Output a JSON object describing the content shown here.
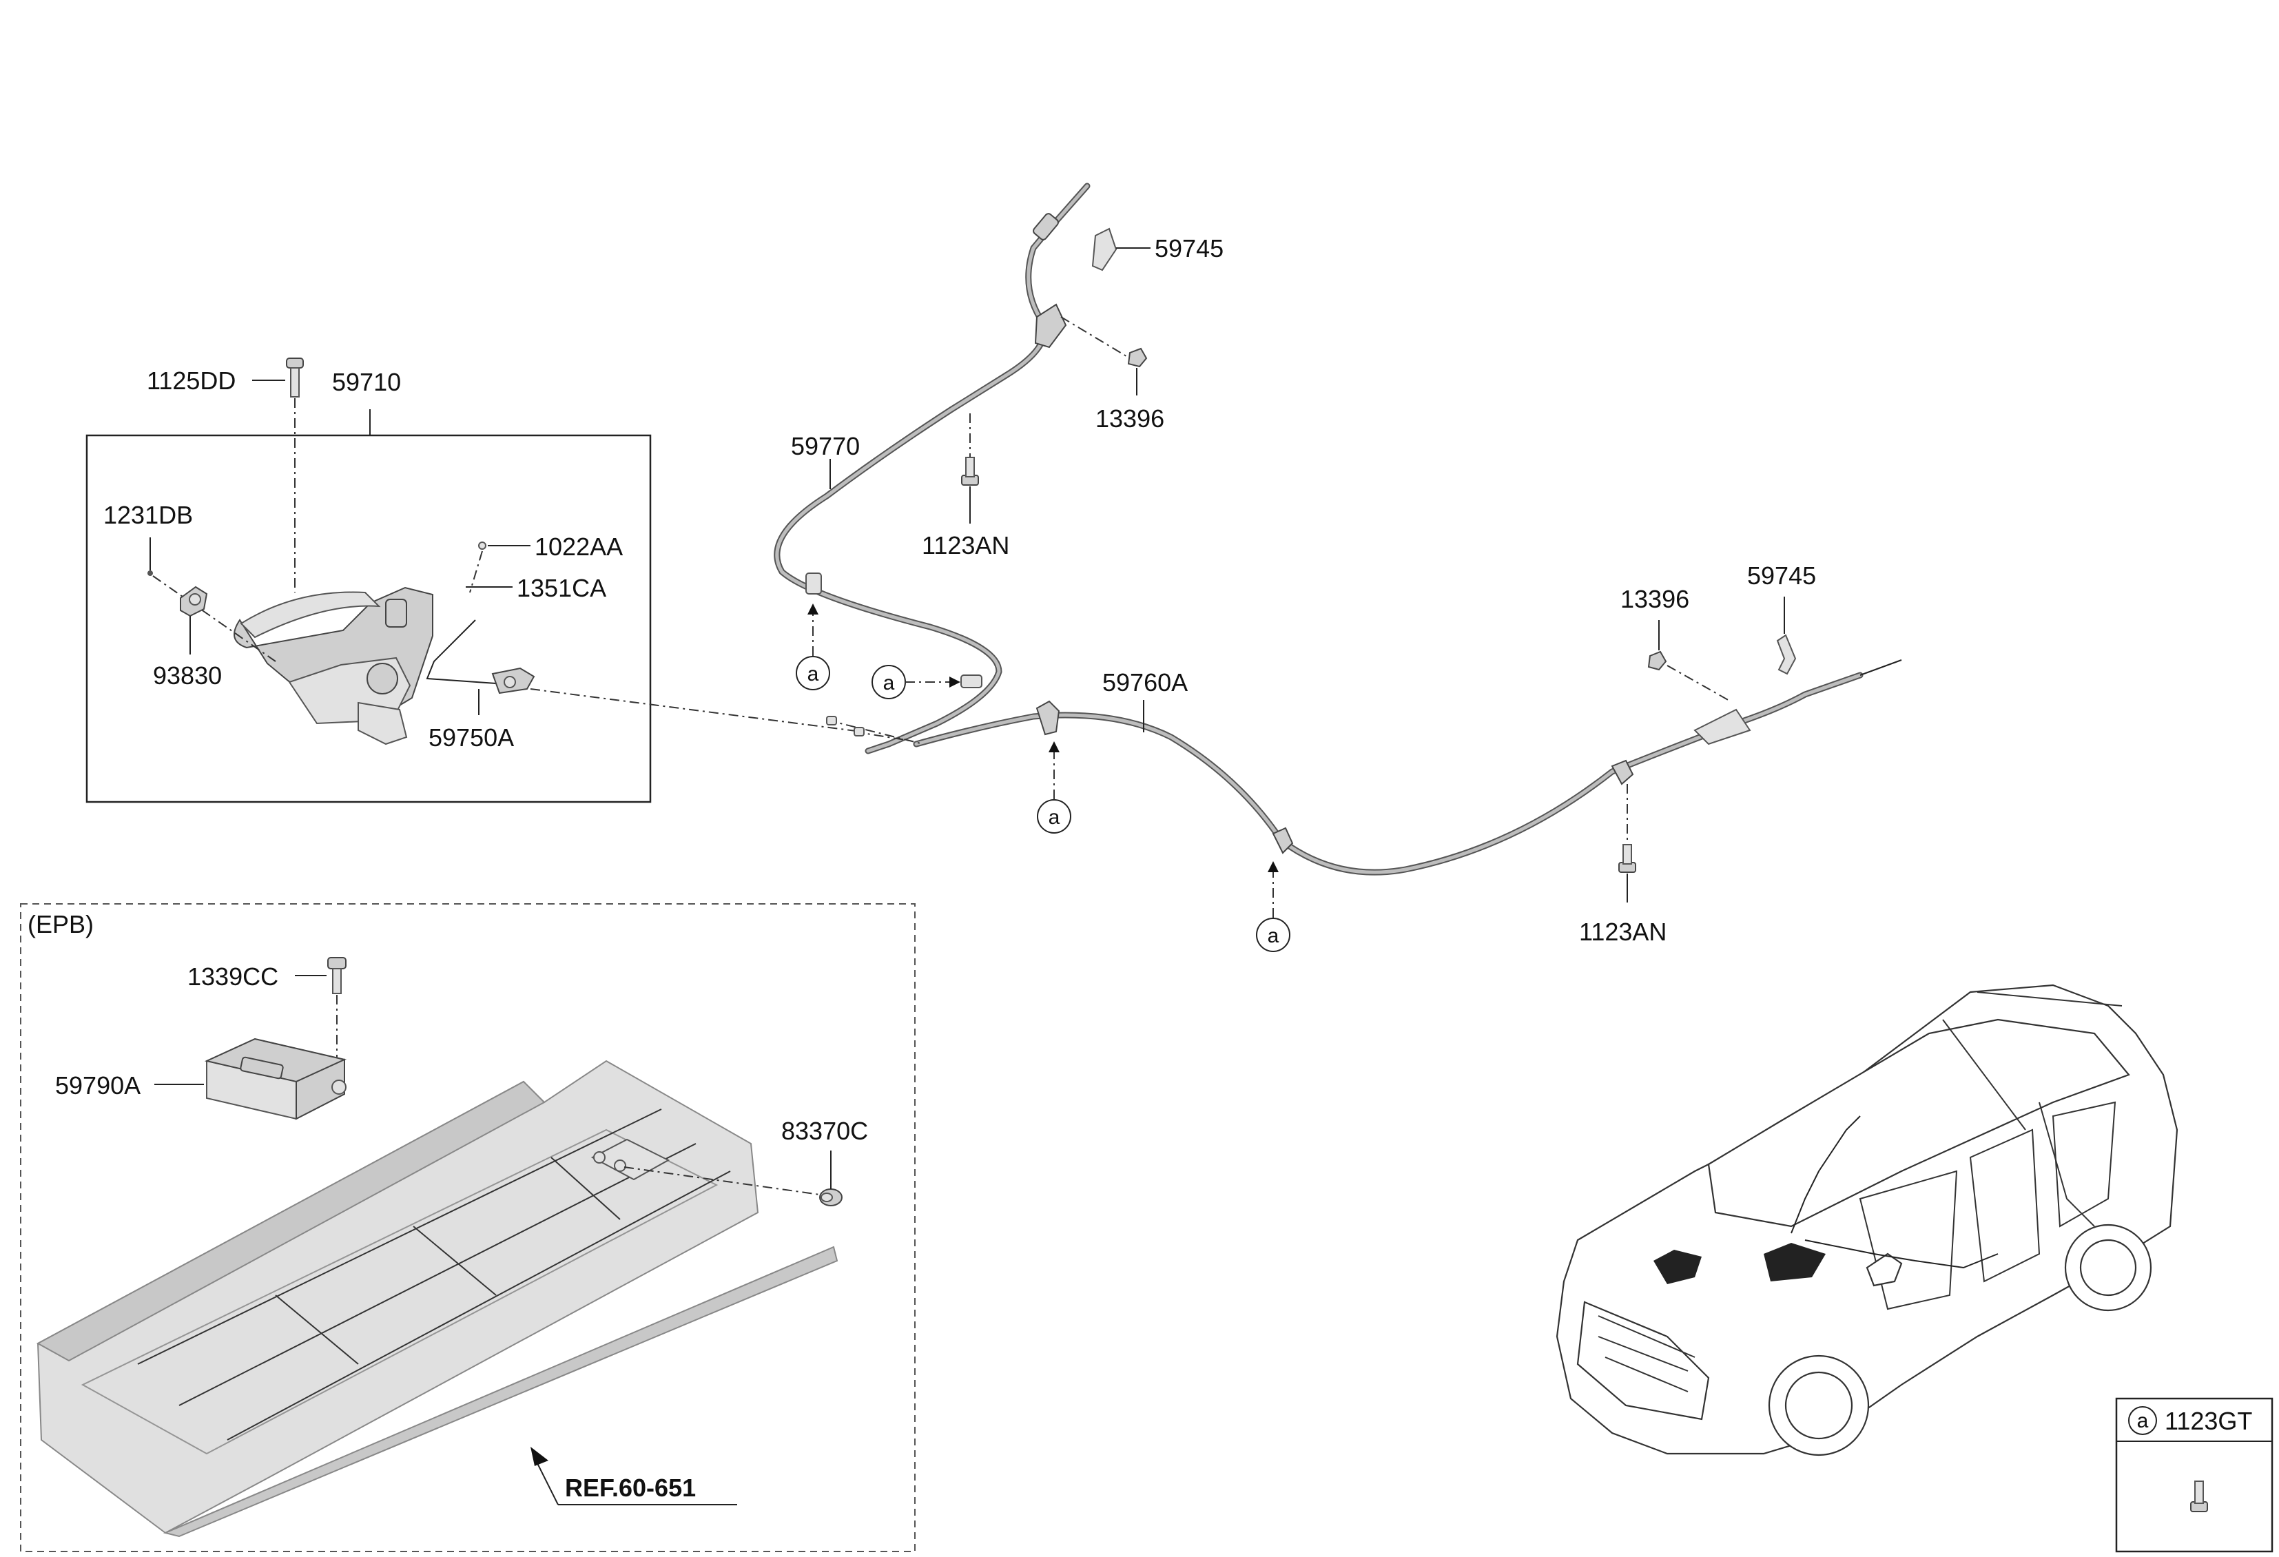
{
  "labels": {
    "p1125DD": "1125DD",
    "p59710": "59710",
    "p1231DB": "1231DB",
    "p93830": "93830",
    "p1022AA": "1022AA",
    "p1351CA": "1351CA",
    "p59750A": "59750A",
    "p59770": "59770",
    "p59745_top": "59745",
    "p13396_top": "13396",
    "p1123AN_top": "1123AN",
    "p59760A": "59760A",
    "p13396_right": "13396",
    "p59745_right": "59745",
    "p1123AN_right": "1123AN",
    "epb": "(EPB)",
    "p1339CC": "1339CC",
    "p59790A": "59790A",
    "p83370C": "83370C",
    "ref": "REF.60-651"
  },
  "callout_letter": "a",
  "legend": {
    "letter": "a",
    "part": "1123GT"
  }
}
